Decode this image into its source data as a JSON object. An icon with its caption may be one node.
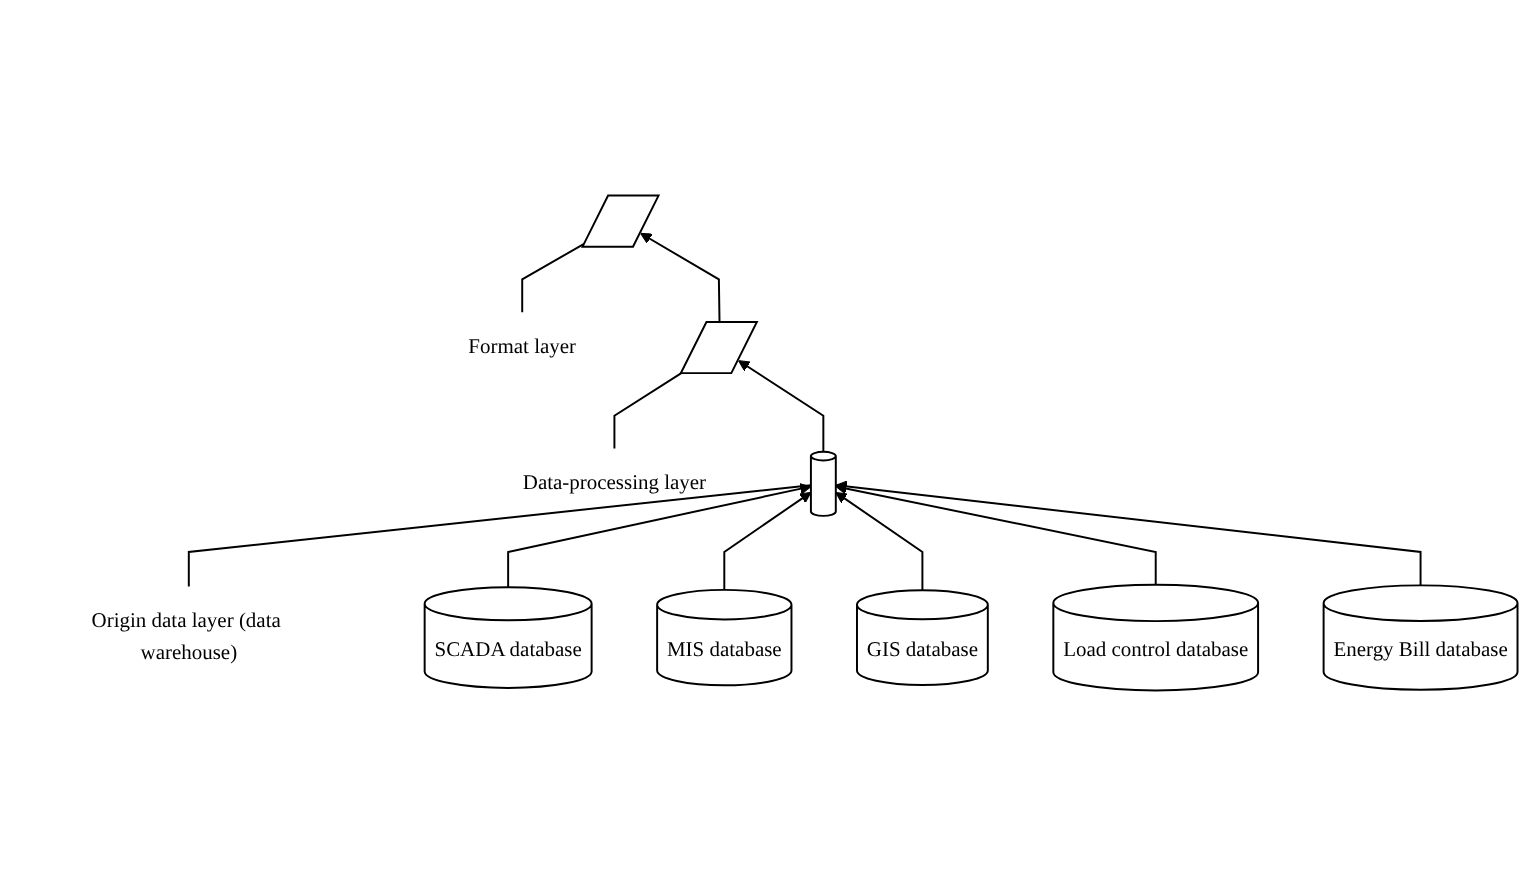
{
  "diagram": {
    "nodes": [
      {
        "text": [
          "Format layer"
        ]
      },
      {
        "text": [],
        "shape": "parallelogram"
      },
      {
        "text": [
          "Data-processing layer"
        ]
      },
      {
        "text": [],
        "shape": "parallelogram"
      },
      {
        "text": [
          "Origin data layer (data warehouse)"
        ]
      },
      {
        "text": [],
        "shape": "cylinder"
      },
      {
        "text": [
          "SCADA database"
        ]
      },
      {
        "text": [
          "MIS database"
        ]
      },
      {
        "text": [
          "GIS database"
        ]
      },
      {
        "text": [
          "Load control database"
        ]
      },
      {
        "text": [
          "Energy Bill database"
        ]
      }
    ],
    "edges": [
      {
        "from": 0,
        "to": 1,
        "arrow": "none"
      },
      {
        "from": 2,
        "to": 3,
        "arrow": "none"
      },
      {
        "from": 4,
        "to": 5,
        "arrow": "none"
      },
      {
        "from": 3,
        "to": 1,
        "arrow": "to"
      },
      {
        "from": 5,
        "to": 3,
        "arrow": "to"
      },
      {
        "from": 6,
        "to": 5,
        "arrow": "to"
      },
      {
        "from": 7,
        "to": 5,
        "arrow": "to"
      },
      {
        "from": 8,
        "to": 5,
        "arrow": "to"
      },
      {
        "from": 9,
        "to": 5,
        "arrow": "to"
      },
      {
        "from": 10,
        "to": 5,
        "arrow": "to"
      }
    ]
  }
}
